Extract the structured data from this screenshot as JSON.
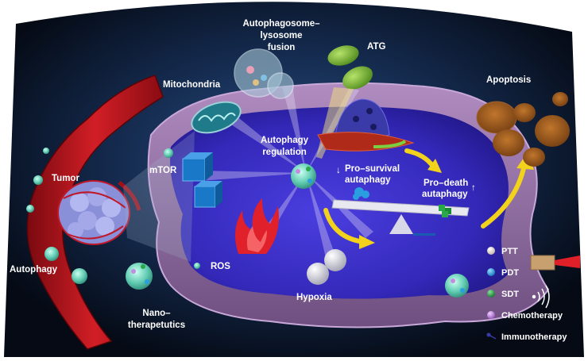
{
  "labels": {
    "autophagosome_fusion": [
      "Autophagosome–",
      "lysosome",
      "fusion"
    ],
    "atg": "ATG",
    "apoptosis": "Apoptosis",
    "mitochondria": "Mitochondria",
    "autophagy_regulation": [
      "Autophagy",
      "regulation"
    ],
    "tumor": "Tumor",
    "mtor": "mTOR",
    "pro_survival": [
      "Pro–survival",
      "autaphagy"
    ],
    "pro_death": [
      "Pro–death",
      "autaphagy"
    ],
    "autophagy": "Autophagy",
    "ros": "ROS",
    "hypoxia": "Hypoxia",
    "nano": [
      "Nano–",
      "therapetutics"
    ],
    "down_arrow": "↓",
    "up_arrow": "↑"
  },
  "legend": [
    {
      "label": "PTT",
      "color": "#e8dcd0"
    },
    {
      "label": "PDT",
      "color": "#2a9fe0"
    },
    {
      "label": "SDT",
      "color": "#2aa84a"
    },
    {
      "label": "Chemotherapy",
      "color": "#c58be0"
    },
    {
      "label": "Immunotherapy",
      "color": "#3a3aa8"
    }
  ],
  "colors": {
    "background_glow": "#1a2f55",
    "cell_membrane": "#9a7aa8",
    "cytoplasm": "#3a30c8",
    "vessel": "#b8141c",
    "nanoparticle": "#6fd6c0",
    "arrow": "#f2d21a"
  }
}
